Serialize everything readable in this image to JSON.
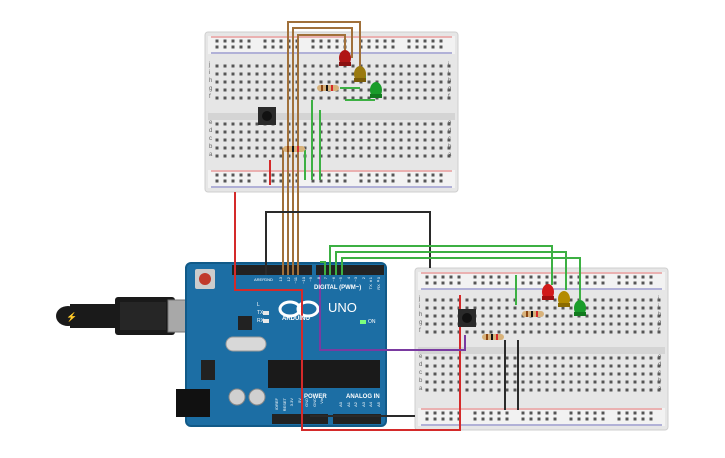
{
  "board": {
    "logo_text": "ARDUINO",
    "model_text": "UNO",
    "digital_label": "DIGITAL (PWM~)",
    "power_label": "POWER",
    "analog_label": "ANALOG IN",
    "tx_label": "TX",
    "rx_label": "RX",
    "on_label": "ON",
    "l_label": "L",
    "aref_label": "AREF",
    "gnd_label": "GND",
    "digital_pins": [
      "13",
      "12",
      "~11",
      "~10",
      "~9",
      "8",
      "7",
      "~6",
      "~5",
      "4",
      "~3",
      "2",
      "TX▸1",
      "RX◂0"
    ],
    "power_pins": [
      "IOREF",
      "RESET",
      "3.3V",
      "5V",
      "GND",
      "GND",
      "Vin"
    ],
    "analog_pins": [
      "A0",
      "A1",
      "A2",
      "A3",
      "A4",
      "A5"
    ]
  },
  "breadboard_top": {
    "row_letters_upper": [
      "j",
      "i",
      "h",
      "g",
      "f"
    ],
    "row_letters_lower": [
      "e",
      "d",
      "c",
      "b",
      "a"
    ],
    "columns": 30
  },
  "breadboard_bottom": {
    "row_letters_upper": [
      "j",
      "i",
      "h",
      "g",
      "f"
    ],
    "row_letters_lower": [
      "e",
      "d",
      "c",
      "b",
      "a"
    ],
    "columns": 30
  },
  "components": {
    "led_colors": {
      "red": "#d11a1a",
      "yellow": "#b38b00",
      "green": "#1a9c2a"
    },
    "wire_colors": {
      "red": "#d42a2a",
      "black": "#2a2a2a",
      "green": "#3cb043",
      "brown": "#a0703a",
      "purple": "#7a3aa0"
    }
  }
}
